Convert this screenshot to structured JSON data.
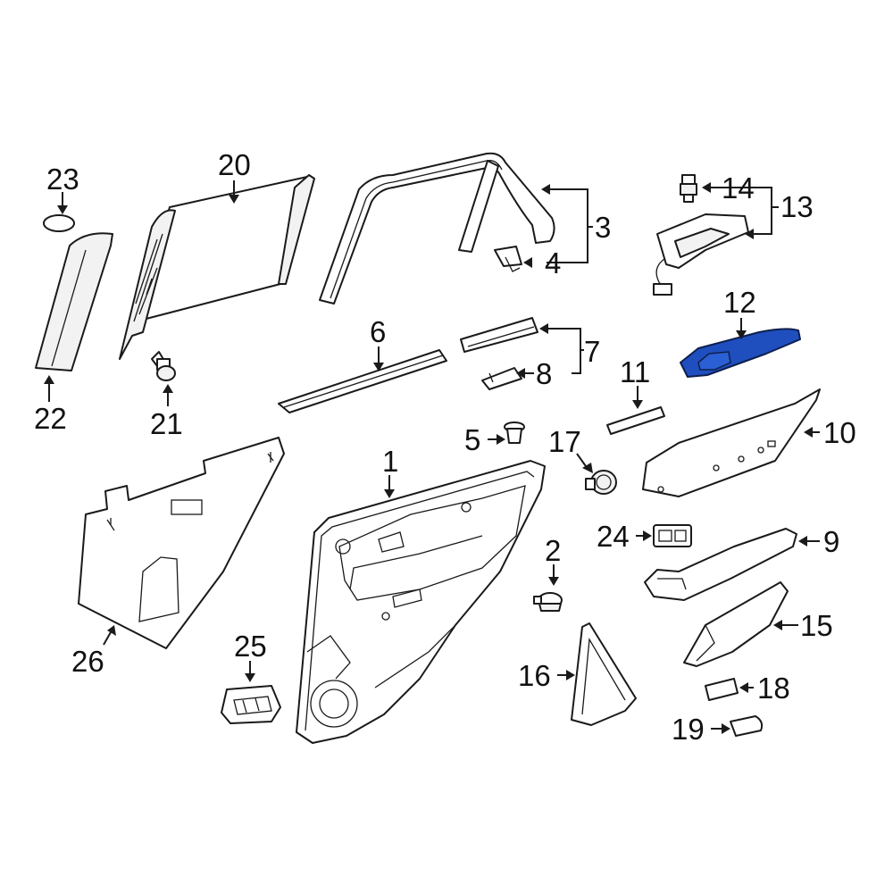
{
  "highlight_color": "#1f4fbf",
  "highlighted_part": "12",
  "callouts": {
    "c1": "1",
    "c2": "2",
    "c3": "3",
    "c4": "4",
    "c5": "5",
    "c6": "6",
    "c7": "7",
    "c8": "8",
    "c9": "9",
    "c10": "10",
    "c11": "11",
    "c12": "12",
    "c13": "13",
    "c14": "14",
    "c15": "15",
    "c16": "16",
    "c17": "17",
    "c18": "18",
    "c19": "19",
    "c20": "20",
    "c21": "21",
    "c22": "22",
    "c23": "23",
    "c24": "24",
    "c25": "25",
    "c26": "26"
  }
}
